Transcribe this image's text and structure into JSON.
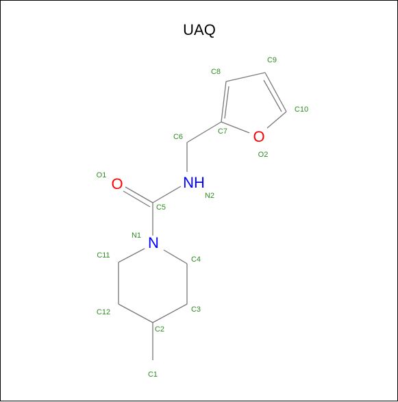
{
  "title": "UAQ",
  "colors": {
    "bond": "#777777",
    "label": "#2e8b22",
    "oxygen": "#ff0000",
    "nitrogen": "#0000ff",
    "frame": "#000000"
  },
  "atoms": {
    "C1": "C1",
    "C2": "C2",
    "C3": "C3",
    "C4": "C4",
    "C5": "C5",
    "C6": "C6",
    "C7": "C7",
    "C8": "C8",
    "C9": "C9",
    "C10": "C10",
    "C11": "C11",
    "C12": "C12",
    "N1": "N1",
    "N2": "N2",
    "O1": "O1",
    "O2": "O2"
  },
  "elements": {
    "o1": "O",
    "o2": "O",
    "n1": "N",
    "n2": "NH"
  }
}
